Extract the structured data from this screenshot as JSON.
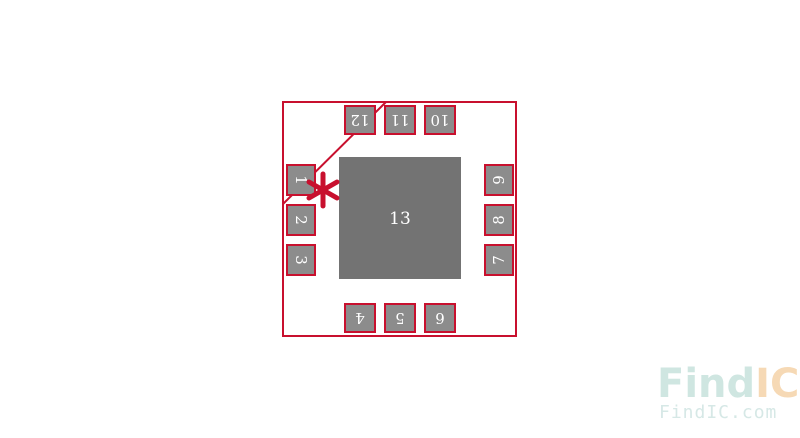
{
  "footprint": {
    "outline_color": "#c8102e",
    "pad_fill": "#8c8c8c",
    "exposed_pad_fill": "#737373",
    "pin1_marker": "asterisk",
    "pads": [
      {
        "label": "1"
      },
      {
        "label": "2"
      },
      {
        "label": "3"
      },
      {
        "label": "4"
      },
      {
        "label": "5"
      },
      {
        "label": "6"
      },
      {
        "label": "7"
      },
      {
        "label": "8"
      },
      {
        "label": "9"
      },
      {
        "label": "10"
      },
      {
        "label": "11"
      },
      {
        "label": "12"
      }
    ],
    "exposed_pad": {
      "label": "13"
    }
  },
  "watermark": {
    "brand_find": "Find",
    "brand_ic": "IC",
    "url": "FindIC.com",
    "find_color": "#cfe6e1",
    "ic_color": "#f6d9b5"
  }
}
